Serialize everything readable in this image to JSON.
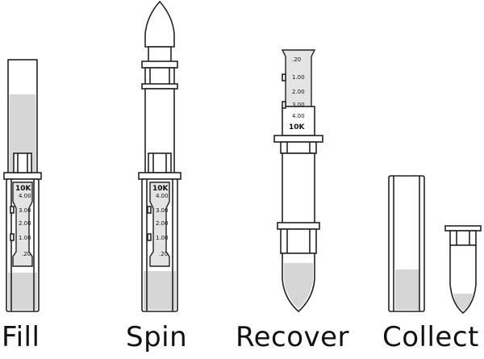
{
  "steps": [
    {
      "label": "Fill"
    },
    {
      "label": "Spin"
    },
    {
      "label": "Recover"
    },
    {
      "label": "Collect"
    }
  ],
  "device": {
    "mwco": "10K",
    "graduations": [
      "4.00",
      "3.00",
      "2.00",
      "1.00",
      ".20"
    ],
    "recover_graduations": [
      ".20",
      "1.00",
      "2.00",
      "3.00",
      "4.00"
    ]
  },
  "colors": {
    "outline": "#222222",
    "liquid": "#d6d6d6",
    "filter": "#e4e4e4",
    "background": "#ffffff"
  }
}
